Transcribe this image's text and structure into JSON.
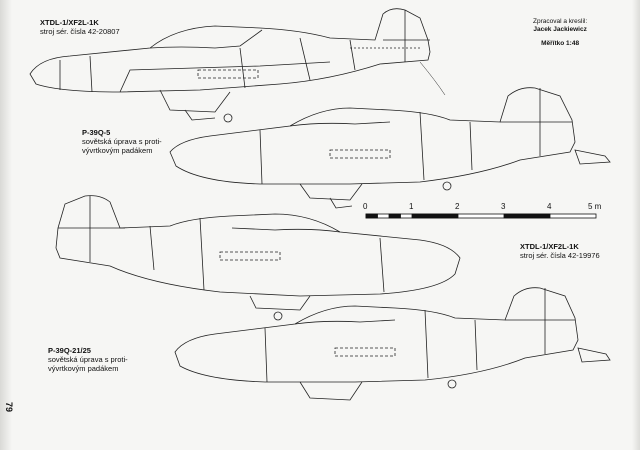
{
  "aircraft": [
    {
      "title": "XTDL-1/XF2L-1K",
      "subtitle": "stroj sér. čísla 42-20807"
    },
    {
      "title": "P-39Q-5",
      "subtitle_lines": [
        "sovětská úprava s proti-",
        "vývrtkovým padákem"
      ]
    },
    {
      "title": "XTDL-1/XF2L-1K",
      "subtitle": "stroj sér. čísla 42-19976"
    },
    {
      "title": "P-39Q-21/25",
      "subtitle_lines": [
        "sovětská úprava s proti-",
        "vývrtkovým padákem"
      ]
    }
  ],
  "credit": {
    "line1": "Zpracoval a kreslil:",
    "name": "Jacek Jackiewicz",
    "scale": "Měřítko 1:48"
  },
  "scale_bar": {
    "labels": [
      "0",
      "1",
      "2",
      "3",
      "4",
      "5 m"
    ]
  },
  "page_number": "79"
}
